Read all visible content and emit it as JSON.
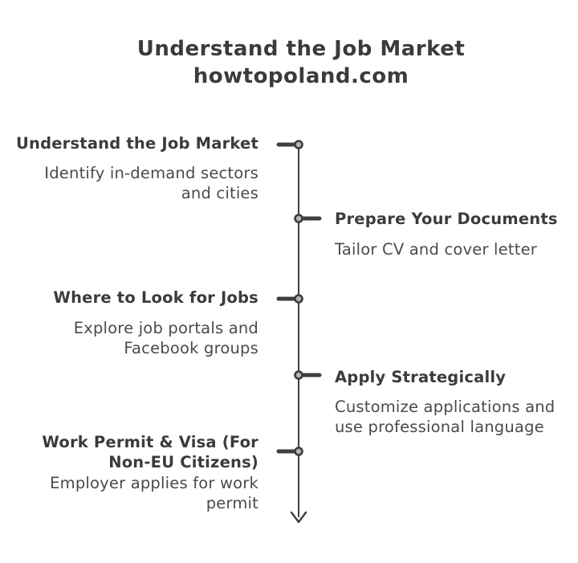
{
  "header": {
    "title": "Understand the Job Market",
    "subtitle": "howtopoland.com"
  },
  "timeline": {
    "direction": "vertical",
    "items": [
      {
        "title": "Understand the Job Market",
        "description": "Identify in-demand sectors and cities",
        "side": "left"
      },
      {
        "title": "Prepare Your Documents",
        "description": "Tailor CV and cover letter",
        "side": "right"
      },
      {
        "title": "Where to Look for Jobs",
        "description": "Explore job portals and Facebook groups",
        "side": "left"
      },
      {
        "title": "Apply Strategically",
        "description": "Customize applications and use professional language",
        "side": "right"
      },
      {
        "title": "Work Permit & Visa (For Non-EU Citizens)",
        "description": "Employer applies for work permit",
        "side": "left"
      }
    ]
  },
  "colors": {
    "background": "#ffffff",
    "title_text": "#3b3b3b",
    "body_text": "#4a4a4a",
    "line": "#3f3f3f",
    "node_fill": "#b5b5b5"
  }
}
